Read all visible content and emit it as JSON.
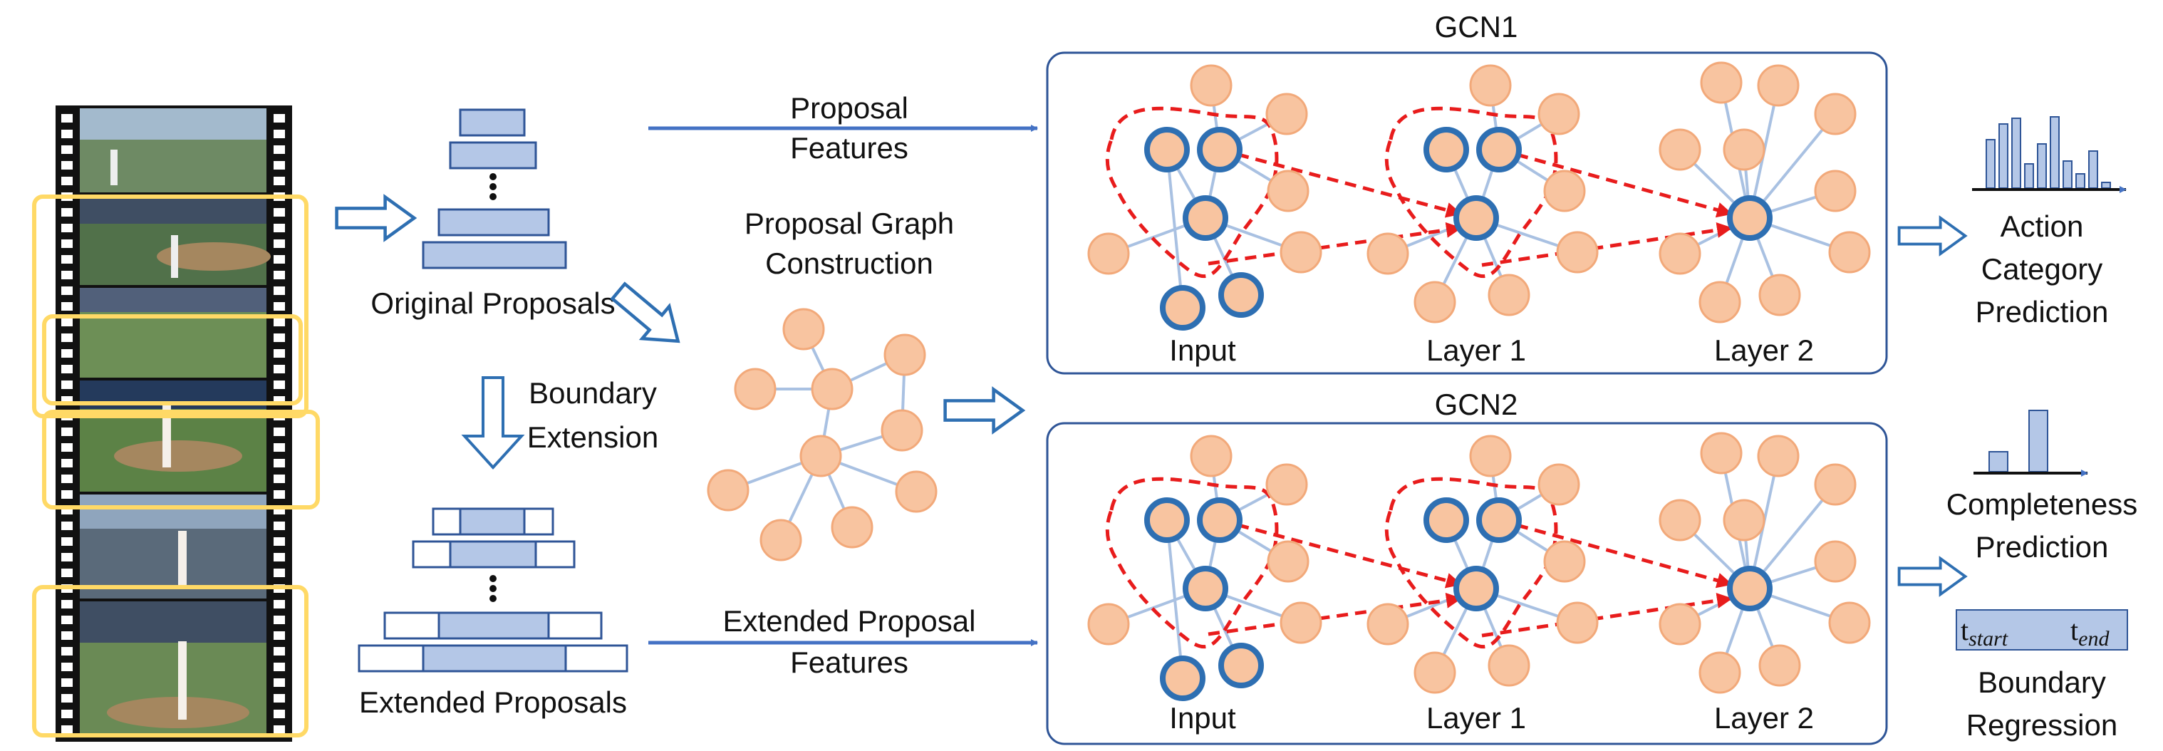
{
  "left": {
    "original_proposals": "Original Proposals",
    "boundary_extension_line1": "Boundary",
    "boundary_extension_line2": "Extension",
    "extended_proposals": "Extended Proposals"
  },
  "middle": {
    "proposal_features_line1": "Proposal",
    "proposal_features_line2": "Features",
    "graph_construction_line1": "Proposal Graph",
    "graph_construction_line2": "Construction",
    "extended_features_line1": "Extended Proposal",
    "extended_features_line2": "Features"
  },
  "gcn1": {
    "title": "GCN1",
    "input_label": "Input",
    "layer1_label": "Layer 1",
    "layer2_label": "Layer 2"
  },
  "gcn2": {
    "title": "GCN2",
    "input_label": "Input",
    "layer1_label": "Layer 1",
    "layer2_label": "Layer 2"
  },
  "outputs": {
    "action_line1": "Action",
    "action_line2": "Category",
    "action_line3": "Prediction",
    "completeness_line1": "Completeness",
    "completeness_line2": "Prediction",
    "t_start": "t",
    "t_start_sub": "start",
    "t_end": "t",
    "t_end_sub": "end",
    "boundary_line1": "Boundary",
    "boundary_line2": "Regression"
  },
  "colors": {
    "node_fill": "#f8c4a0",
    "node_stroke": "#f2a97a",
    "highlight_stroke": "#2e6fb2",
    "edge": "#a9c1e2",
    "dashed_red": "#e81c1c",
    "proposal_fill": "#b4c7e7",
    "proposal_stroke": "#2f5597",
    "frame_yellow": "#ffd966",
    "arrow_blue": "#4472c4"
  },
  "icons": {
    "film_strip": "film-strip-icon",
    "hollow_arrow": "hollow-arrow-icon"
  }
}
